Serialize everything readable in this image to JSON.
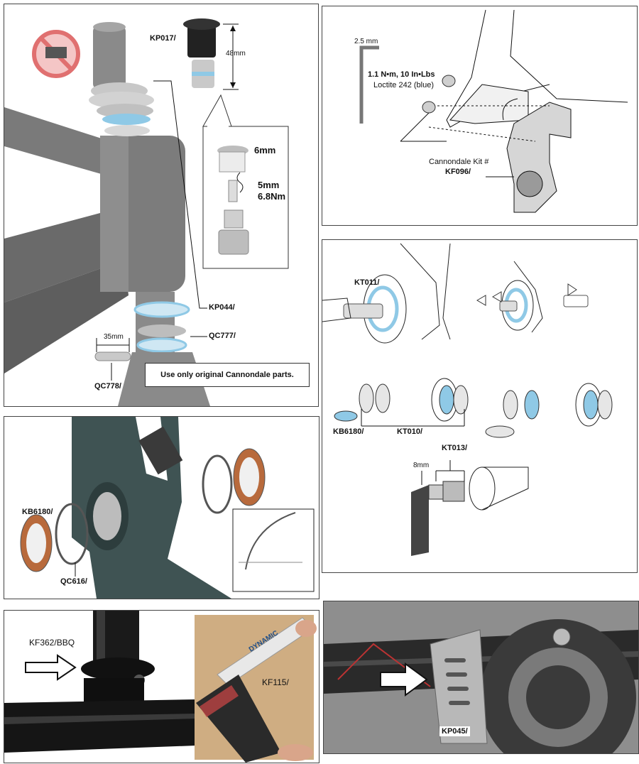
{
  "headset": {
    "kp017": "KP017/",
    "dim_48": "48mm",
    "bolt_6": "6mm",
    "bolt_5": "5mm",
    "torque": "6.8Nm",
    "kp044": "KP044/",
    "qc777": "QC777/",
    "dim_35": "35mm",
    "qc778": "QC778/",
    "notice": "Use only original Cannondale parts."
  },
  "dropout": {
    "wrench": "2.5 mm",
    "torque": "1.1 N•m, 10 In•Lbs",
    "loctite": "Loctite 242 (blue)",
    "kit": "Cannondale Kit #",
    "kit_id": "KF096/"
  },
  "bb_tools": {
    "kt011": "KT011/",
    "kb6180": "KB6180/",
    "kt010": "KT010/",
    "kt013": "KT013/",
    "dim_8": "8mm"
  },
  "bb_shell": {
    "kb6180": "KB6180/",
    "qc616": "QC616/"
  },
  "seat": {
    "kf362": "KF362/BBQ",
    "kf115": "KF115/",
    "tube": "DYNAMIC"
  },
  "chain": {
    "kp045": "KP045/"
  },
  "colors": {
    "frame_gray": "#6e6e6e",
    "frame_teal": "#3f5353",
    "bearing_blue": "#8fc9e6",
    "bearing_orange": "#b86a3c",
    "no_sign_red": "#e07070"
  }
}
